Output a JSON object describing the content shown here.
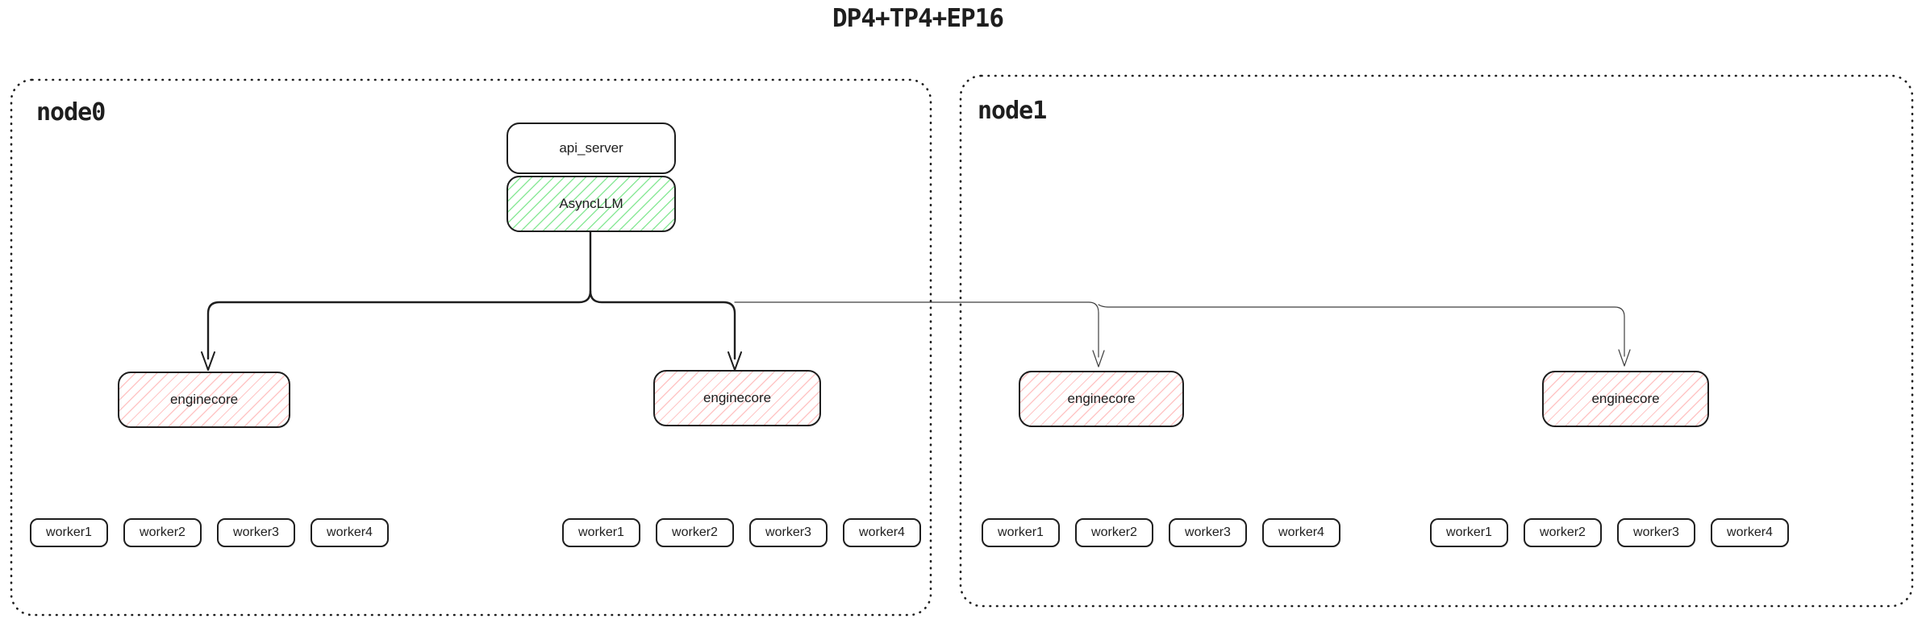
{
  "title": "DP4+TP4+EP16",
  "colors": {
    "stroke": "#1e1e1e",
    "green_hatch": "#8ce99a",
    "red_hatch": "#ffc6c6"
  },
  "node0": {
    "label": "node0",
    "api_server_label": "api_server",
    "async_llm_label": "AsyncLLM",
    "enginecores": [
      "enginecore",
      "enginecore"
    ],
    "worker_groups": [
      [
        "worker1",
        "worker2",
        "worker3",
        "worker4"
      ],
      [
        "worker1",
        "worker2",
        "worker3",
        "worker4"
      ]
    ]
  },
  "node1": {
    "label": "node1",
    "enginecores": [
      "enginecore",
      "enginecore"
    ],
    "worker_groups": [
      [
        "worker1",
        "worker2",
        "worker3",
        "worker4"
      ],
      [
        "worker1",
        "worker2",
        "worker3",
        "worker4"
      ]
    ]
  }
}
